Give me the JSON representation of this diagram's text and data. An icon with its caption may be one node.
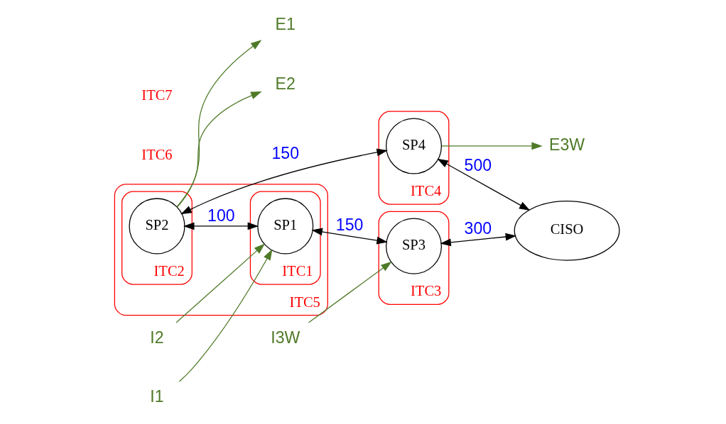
{
  "diagram": {
    "nodes": [
      {
        "text": [
          "ITC5"
        ]
      },
      {
        "text": [
          "ITC2"
        ],
        "in": 0
      },
      {
        "text": [
          "SP2"
        ],
        "in": 1
      },
      {
        "text": [
          "ITC1"
        ],
        "in": 0
      },
      {
        "text": [
          "SP1"
        ],
        "in": 3
      },
      {
        "text": [
          "ITC3"
        ]
      },
      {
        "text": [
          "SP3"
        ],
        "in": 5
      },
      {
        "text": [
          "ITC4"
        ]
      },
      {
        "text": [
          "SP4"
        ],
        "in": 7
      },
      {
        "text": [
          "ITC6"
        ]
      },
      {
        "text": [
          "ITC7"
        ]
      },
      {
        "text": [
          "CISO"
        ]
      },
      {
        "text": [
          "E1"
        ]
      },
      {
        "text": [
          "E2"
        ]
      },
      {
        "text": [
          "I2"
        ]
      },
      {
        "text": [
          "I1"
        ]
      },
      {
        "text": [
          "I3W"
        ]
      },
      {
        "text": [
          "E3W"
        ]
      }
    ],
    "edges": [
      {
        "from": 2,
        "to": 4,
        "arrow": "both",
        "label": "100",
        "color": "#000000"
      },
      {
        "from": 4,
        "to": 6,
        "arrow": "both",
        "label": "150",
        "color": "#000000"
      },
      {
        "from": 2,
        "to": 8,
        "arrow": "both",
        "label": "150",
        "color": "#000000"
      },
      {
        "from": 6,
        "to": 11,
        "arrow": "both",
        "label": "300",
        "color": "#000000"
      },
      {
        "from": 8,
        "to": 11,
        "arrow": "both",
        "label": "500",
        "color": "#000000"
      },
      {
        "from": 2,
        "to": 12,
        "arrow": "to",
        "color": "#4f7a28"
      },
      {
        "from": 2,
        "to": 13,
        "arrow": "to",
        "color": "#4f7a28"
      },
      {
        "from": 14,
        "to": 4,
        "arrow": "to",
        "color": "#4f7a28"
      },
      {
        "from": 15,
        "to": 4,
        "arrow": "to",
        "color": "#4f7a28"
      },
      {
        "from": 16,
        "to": 6,
        "arrow": "to",
        "color": "#4f7a28"
      },
      {
        "from": 8,
        "to": 17,
        "arrow": "to",
        "color": "#4f7a28"
      }
    ]
  }
}
